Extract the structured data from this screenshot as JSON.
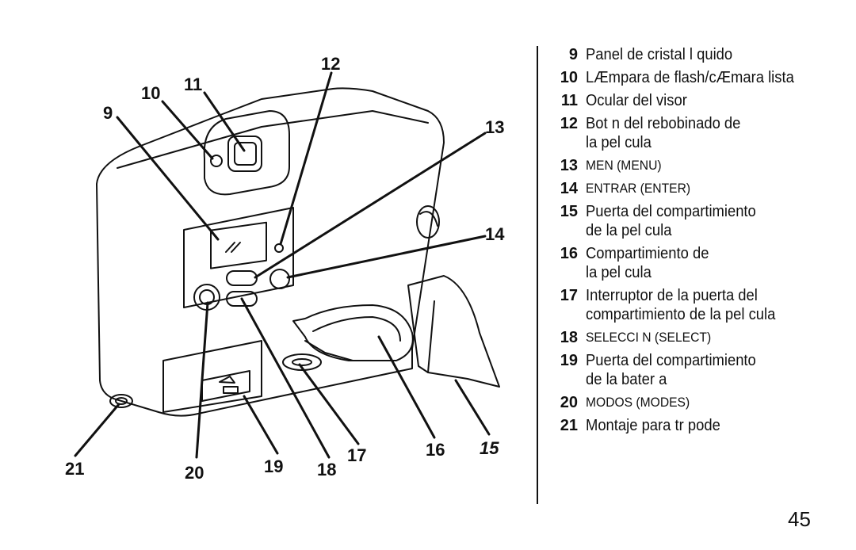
{
  "callouts": [
    {
      "id": "9",
      "label": "9"
    },
    {
      "id": "10",
      "label": "10"
    },
    {
      "id": "11",
      "label": "11"
    },
    {
      "id": "12",
      "label": "12"
    },
    {
      "id": "13",
      "label": "13"
    },
    {
      "id": "14",
      "label": "14"
    },
    {
      "id": "15",
      "label": "15"
    },
    {
      "id": "16",
      "label": "16"
    },
    {
      "id": "17",
      "label": "17"
    },
    {
      "id": "18",
      "label": "18"
    },
    {
      "id": "19",
      "label": "19"
    },
    {
      "id": "20",
      "label": "20"
    },
    {
      "id": "21",
      "label": "21"
    }
  ],
  "legend": [
    {
      "num": "9",
      "text": "Panel de cristal l quido"
    },
    {
      "num": "10",
      "text": "LÆmpara de flash/cÆmara lista"
    },
    {
      "num": "11",
      "text": "Ocular del visor"
    },
    {
      "num": "12",
      "text": "Bot  n del rebobinado de\n  la pel cula"
    },
    {
      "num": "13",
      "text": "MEN   (MENU)"
    },
    {
      "num": "14",
      "text": "ENTRAR (ENTER)"
    },
    {
      "num": "15",
      "text": "Puerta del compartimiento\n  de la pel cula"
    },
    {
      "num": "16",
      "text": "Compartimiento de\n  la pel cula"
    },
    {
      "num": "17",
      "text": "Interruptor de la puerta del\n  compartimiento de la pel cula"
    },
    {
      "num": "18",
      "text": "SELECCI   N (SELECT)"
    },
    {
      "num": "19",
      "text": "Puerta del compartimiento\n  de la bater a"
    },
    {
      "num": "20",
      "text": "MODOS (MODES)"
    },
    {
      "num": "21",
      "text": "Montaje para tr pode"
    }
  ],
  "page_number": "45"
}
